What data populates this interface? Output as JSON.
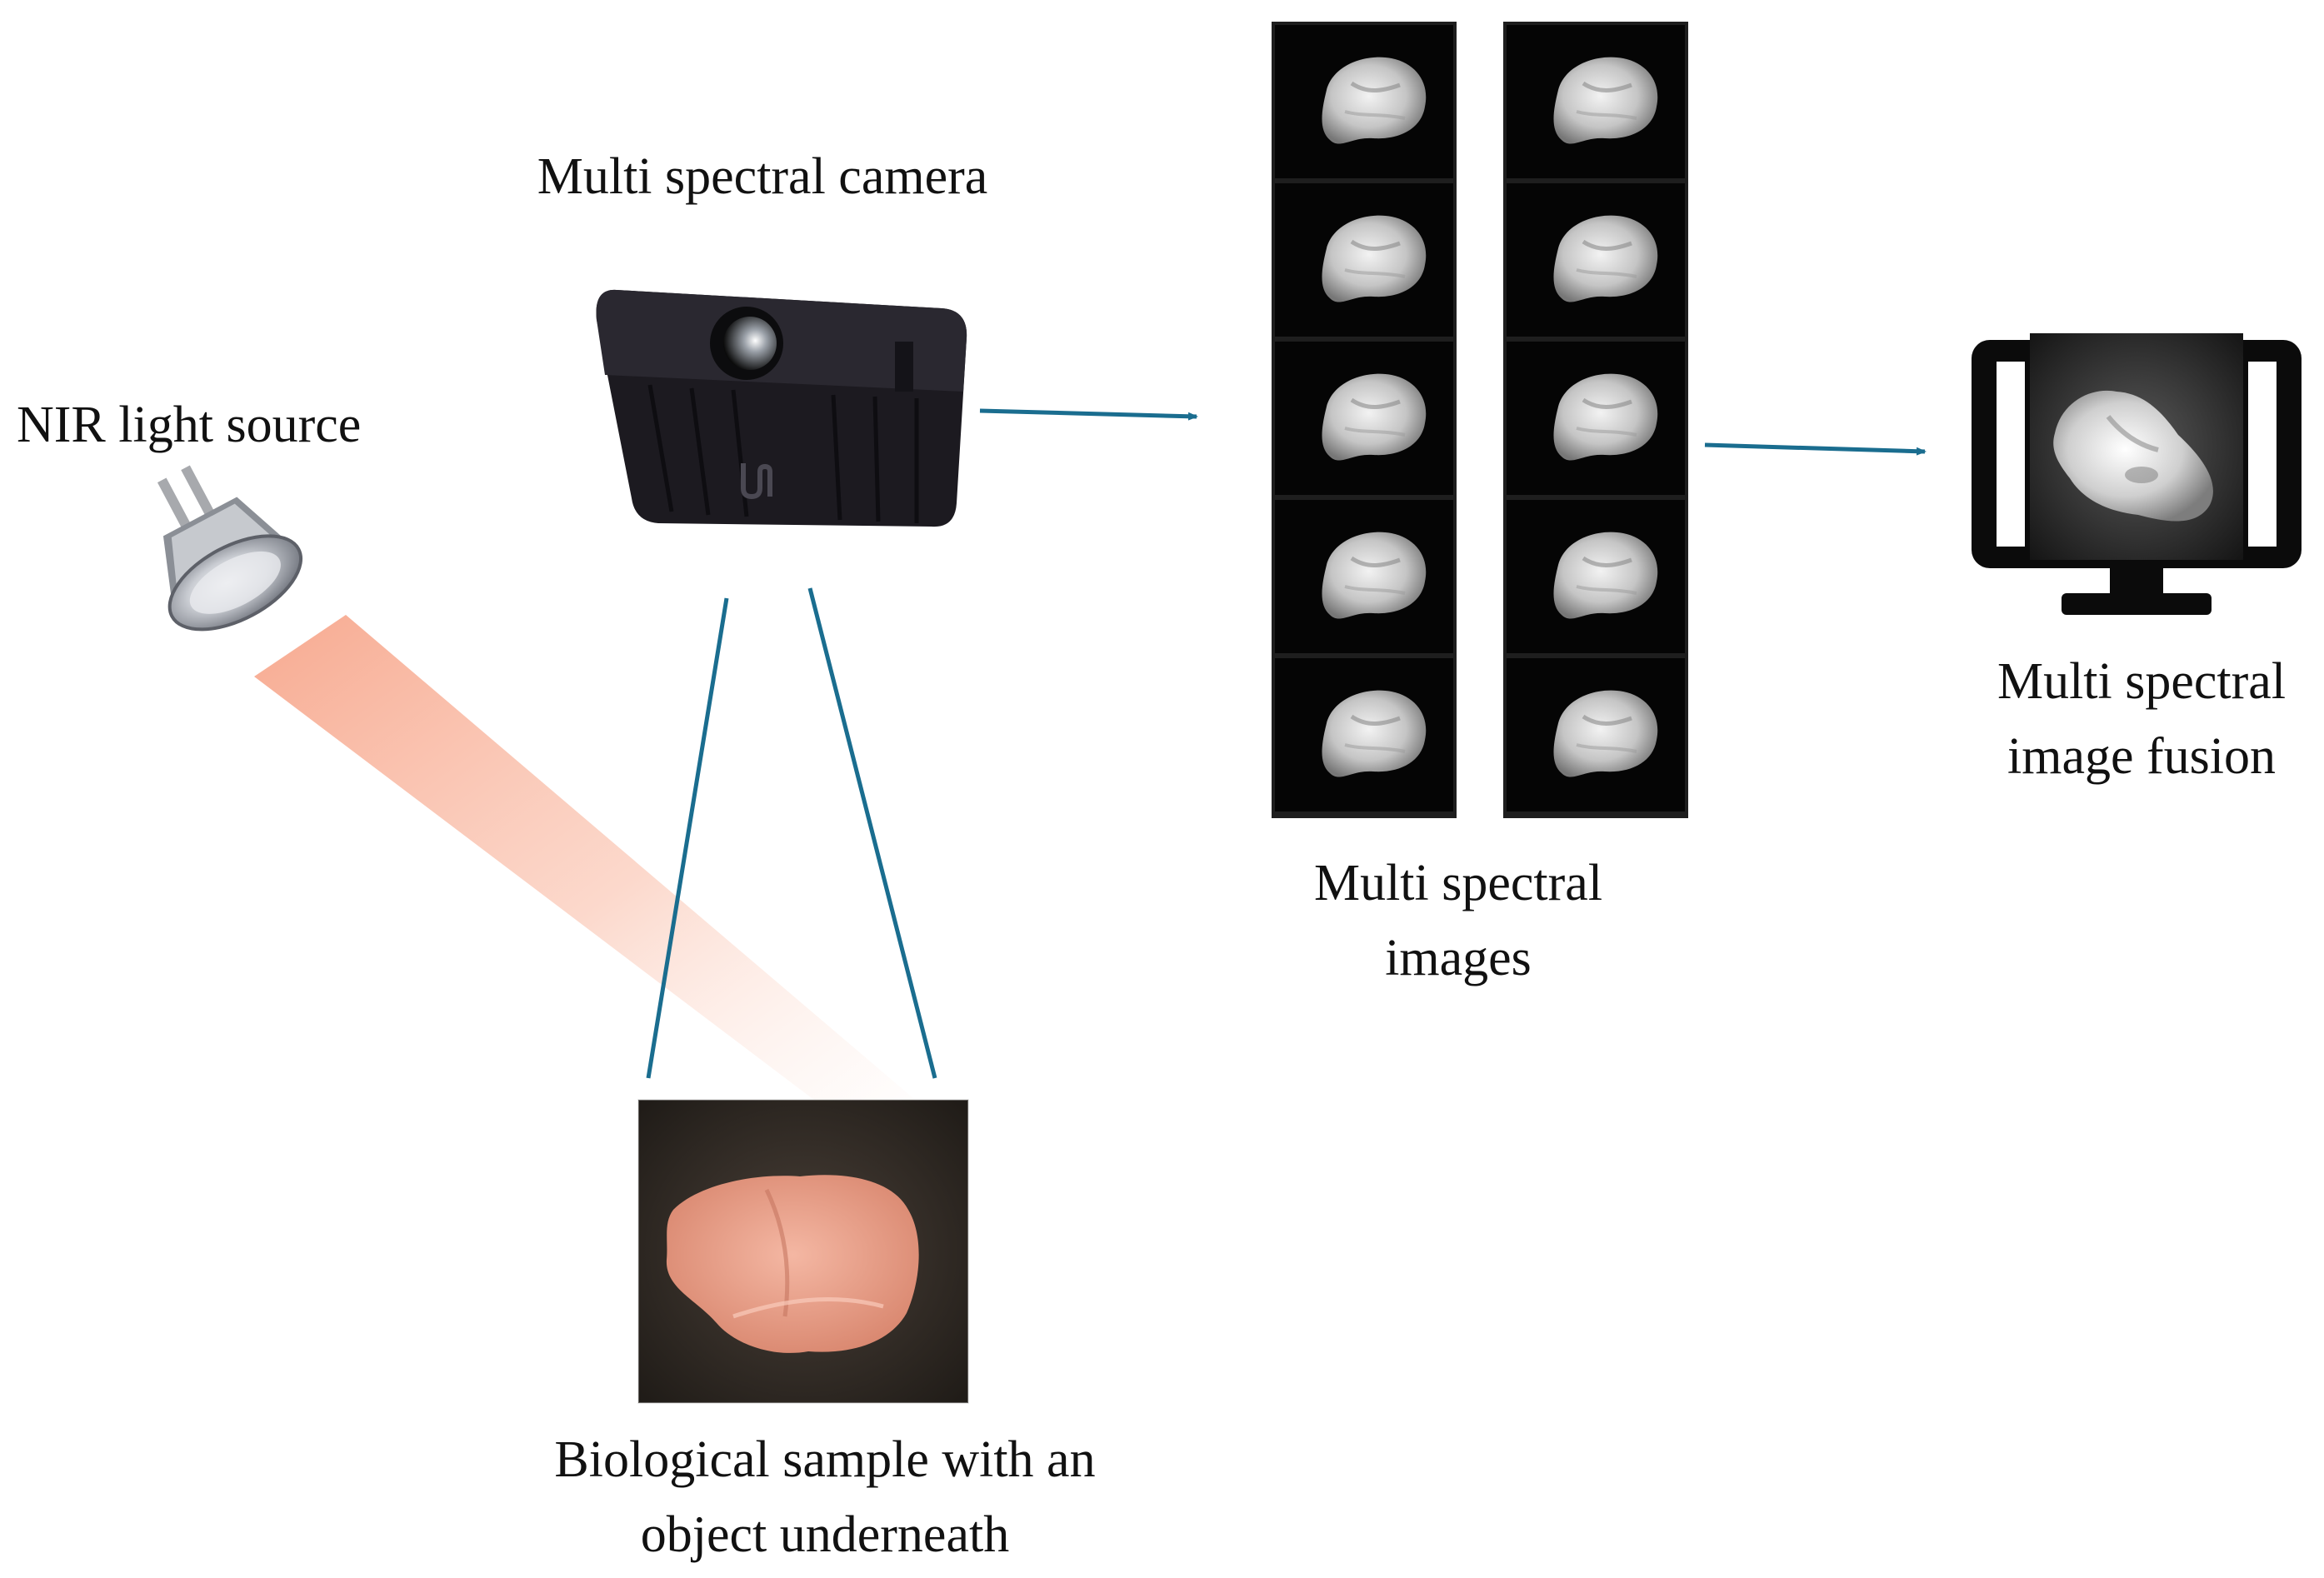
{
  "labels": {
    "light_source": "NIR light source",
    "camera": "Multi spectral camera",
    "sample_line1": "Biological sample with an",
    "sample_line2": "object underneath",
    "images_line1": "Multi spectral",
    "images_line2": "images",
    "fusion_line1": "Multi spectral",
    "fusion_line2": "image fusion"
  },
  "icons": {
    "light_source": "halogen-spotlight-icon",
    "camera": "multispectral-camera-icon",
    "sample": "tissue-sample-photo",
    "image_stack": "grayscale-band-image-icon",
    "monitor": "monitor-icon",
    "arrow": "arrow-right-icon"
  },
  "colors": {
    "connector": "#1a6d8f",
    "beam": "#f7a58a",
    "camera_body": "#1c1a20",
    "sample_background": "#2b2620",
    "sample_tissue": "#e9a08a",
    "band_image_background": "#050505",
    "monitor": "#0b0b0b"
  }
}
